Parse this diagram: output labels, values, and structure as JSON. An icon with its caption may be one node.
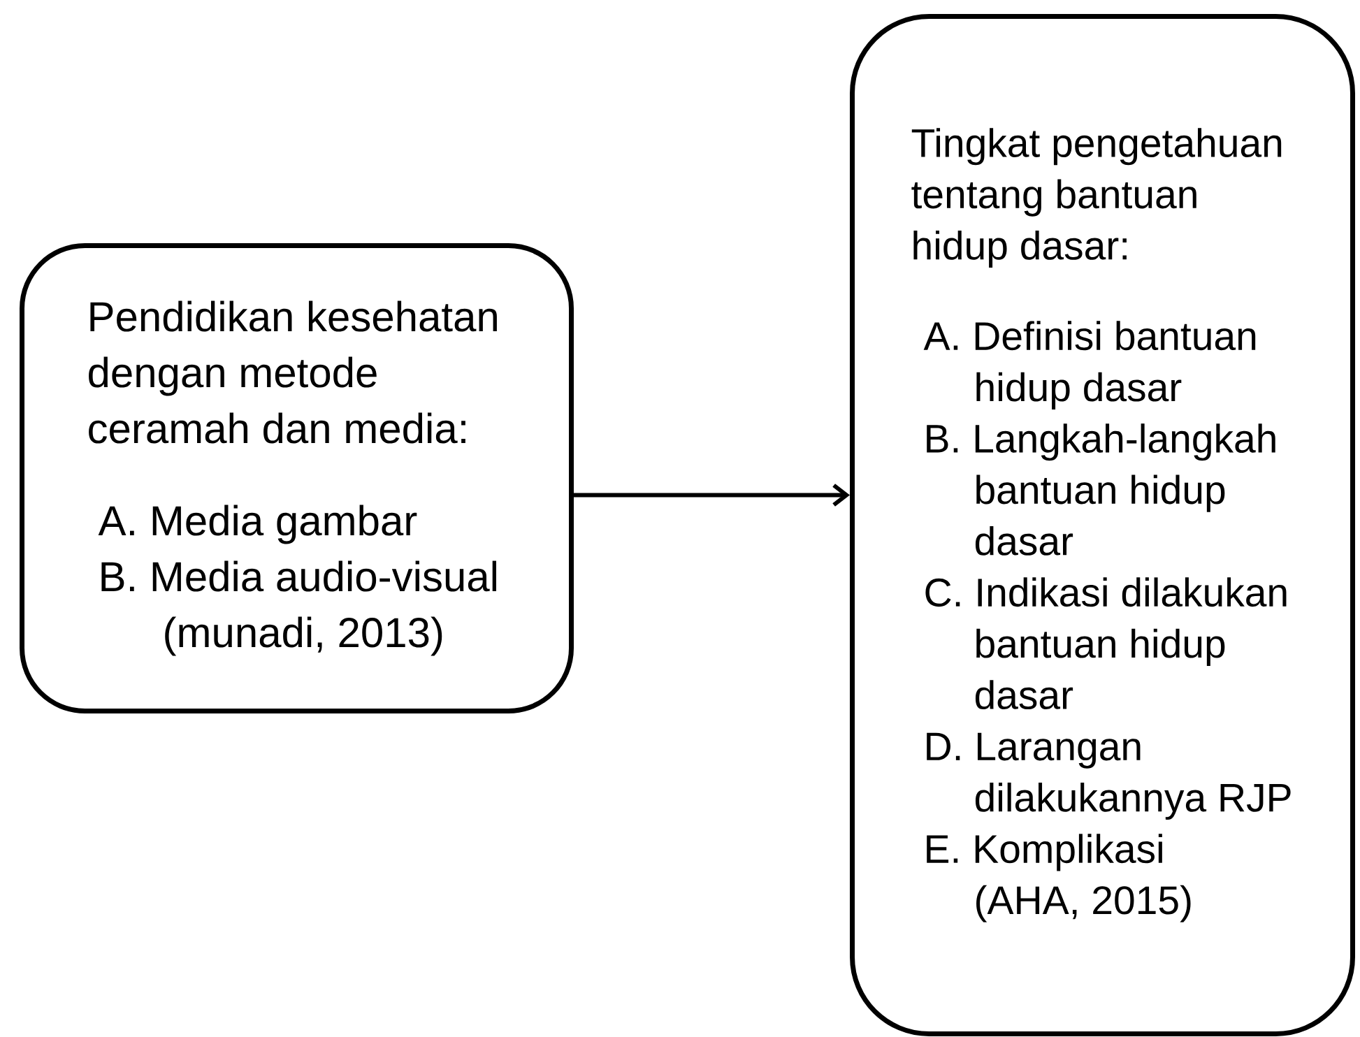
{
  "diagram": {
    "nodes": [
      {
        "text": [
          "Pendidikan kesehatan dengan metode ceramah dan media:",
          "A. Media gambar",
          "B. Media audio-visual",
          "(munadi, 2013)"
        ]
      },
      {
        "text": [
          "Tingkat pengetahuan tentang bantuan hidup dasar:",
          "A. Definisi bantuan hidup dasar",
          "B. Langkah-langkah bantuan hidup dasar",
          "C. Indikasi dilakukan bantuan hidup dasar",
          "D. Larangan dilakukannya RJP",
          "E. Komplikasi",
          "(AHA, 2015)"
        ]
      }
    ],
    "edges": [
      {
        "from": 0,
        "to": 1,
        "arrow": "to"
      }
    ]
  }
}
